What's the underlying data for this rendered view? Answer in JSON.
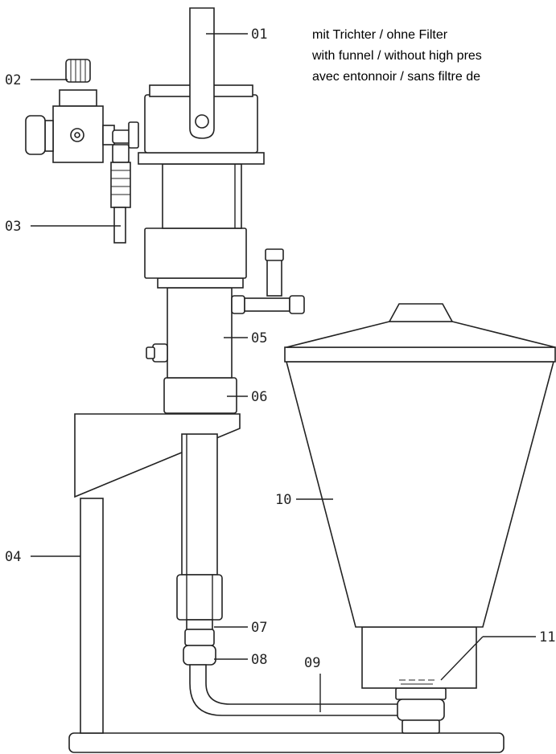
{
  "caption": {
    "line1": "mit Trichter / ohne Filter",
    "line2": "with funnel / without high pres",
    "line3": "avec entonnoir / sans filtre de"
  },
  "callouts": {
    "c01": "01",
    "c02": "02",
    "c03": "03",
    "c04": "04",
    "c05": "05",
    "c06": "06",
    "c07": "07",
    "c08": "08",
    "c09": "09",
    "c10": "10",
    "c11": "11"
  }
}
